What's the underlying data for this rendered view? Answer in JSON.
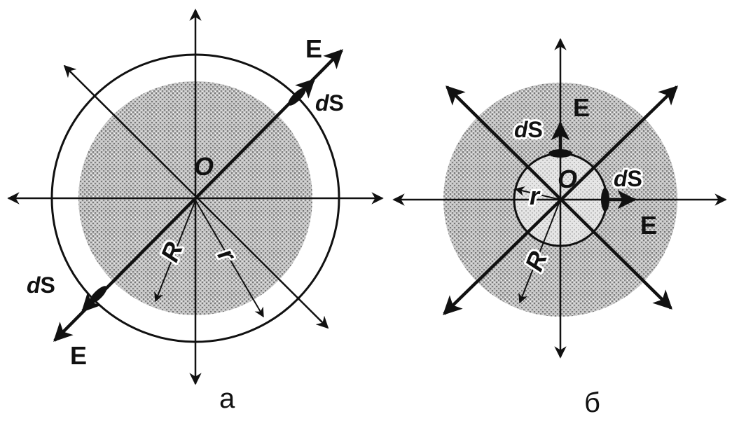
{
  "figure_a": {
    "caption": "а",
    "center_label": "O",
    "field_label_top": "E",
    "field_label_bottom": "E",
    "area_label_top": "S",
    "area_label_bottom": "S",
    "area_prefix": "d",
    "radius_big_label": "R",
    "radius_small_label": "r"
  },
  "figure_b": {
    "caption": "б",
    "center_label": "O",
    "field_label_top": "E",
    "field_label_right": "E",
    "area_label_top": "S",
    "area_label_right": "S",
    "area_prefix": "d",
    "radius_big_label": "R",
    "radius_small_label": "r"
  },
  "colors": {
    "stroke": "#111111",
    "shade": "#9a9a9a",
    "shade_light": "#d2d2d2",
    "background": "#ffffff"
  }
}
